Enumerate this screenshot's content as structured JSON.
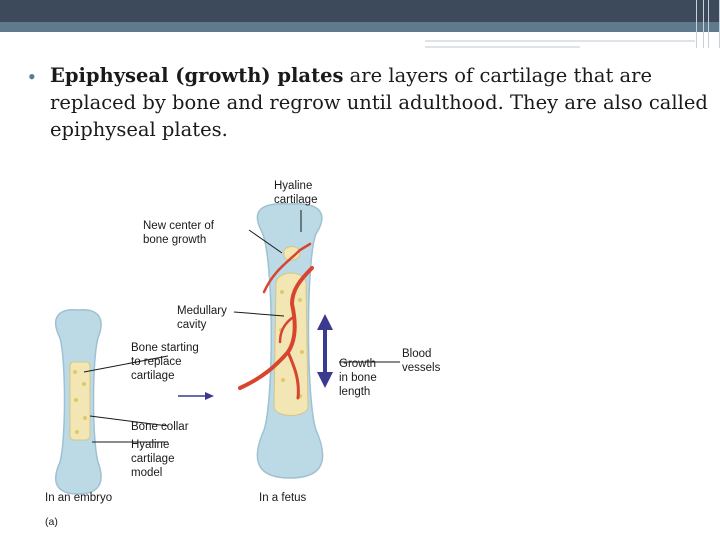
{
  "slide": {
    "bullet_bold": "Epiphyseal (growth) plates",
    "bullet_rest": " are layers of cartilage that are replaced by bone and regrow until adulthood.  They are also called epiphyseal plates."
  },
  "figure": {
    "labels": {
      "hyaline_cartilage_top": "Hyaline\ncartilage",
      "new_center": "New center of\nbone growth",
      "medullary_cavity": "Medullary\ncavity",
      "bone_starting": "Bone starting\nto replace\ncartilage",
      "growth_length": "Growth\nin bone\nlength",
      "blood_vessels": "Blood\nvessels",
      "bone_collar": "Bone collar",
      "hyaline_model": "Hyaline\ncartilage\nmodel",
      "in_embryo": "In an embryo",
      "in_fetus": "In a fetus",
      "panel": "(a)"
    },
    "colors": {
      "cartilage": "#bcd9e6",
      "bone": "#f2e6b4",
      "vessel": "#d8452e",
      "arrow": "#3b3a8f"
    }
  }
}
